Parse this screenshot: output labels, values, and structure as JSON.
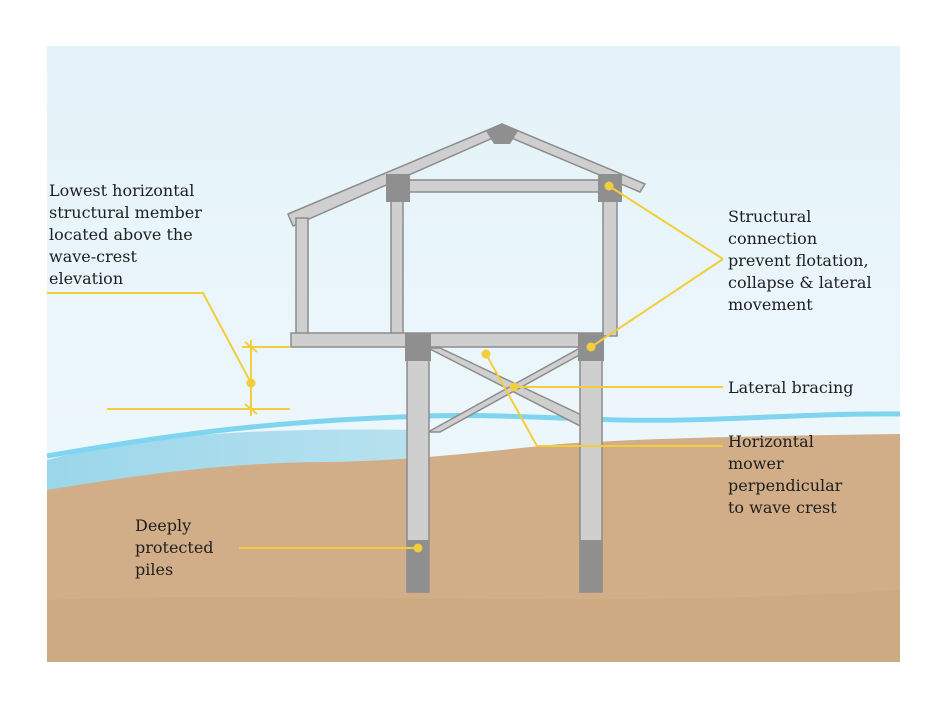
{
  "labels": {
    "lowest_member": "Lowest horizontal\nstructural member\nlocated above the\nwave-crest\nelevation",
    "structural_connection": "Structural\nconnection\nprevent flotation,\ncollapse & lateral\nmovement",
    "lateral_bracing": "Lateral bracing",
    "horizontal_mower": "Horizontal\nmower\nperpendicular\nto wave crest",
    "deep_piles": "Deeply\nprotected\npiles"
  },
  "colors": {
    "sky": "#dff1f9",
    "water": "#8ecfe7",
    "wave_line": "#7fd4ef",
    "sand": "#d1ae87",
    "frame": "#cfcfcf",
    "frame_edge": "#8c8c8c",
    "connector": "#8f8f8f",
    "callout": "#f2cd3c"
  }
}
